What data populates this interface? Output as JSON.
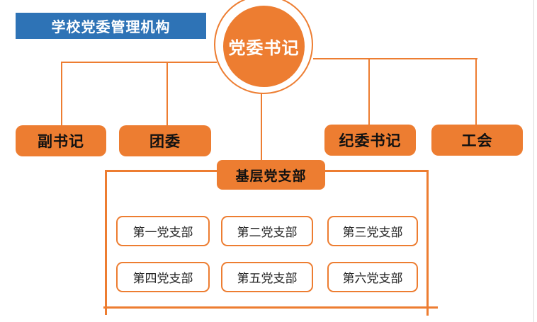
{
  "title_banner": {
    "label": "学校党委管理机构"
  },
  "root_node": {
    "label": "党委书记"
  },
  "level2_nodes": [
    {
      "label": "副书记"
    },
    {
      "label": "团委"
    },
    {
      "label": "纪委书记"
    },
    {
      "label": "工会"
    }
  ],
  "branch_header": {
    "label": "基层党支部"
  },
  "branches": [
    {
      "label": "第一党支部"
    },
    {
      "label": "第二党支部"
    },
    {
      "label": "第三党支部"
    },
    {
      "label": "第四党支部"
    },
    {
      "label": "第五党支部"
    },
    {
      "label": "第六党支部"
    }
  ],
  "colors": {
    "accent_orange": "#ED7D31",
    "banner_blue": "#2E73B6",
    "node_text": "#111111",
    "inverse_text": "#FFFFFF"
  }
}
